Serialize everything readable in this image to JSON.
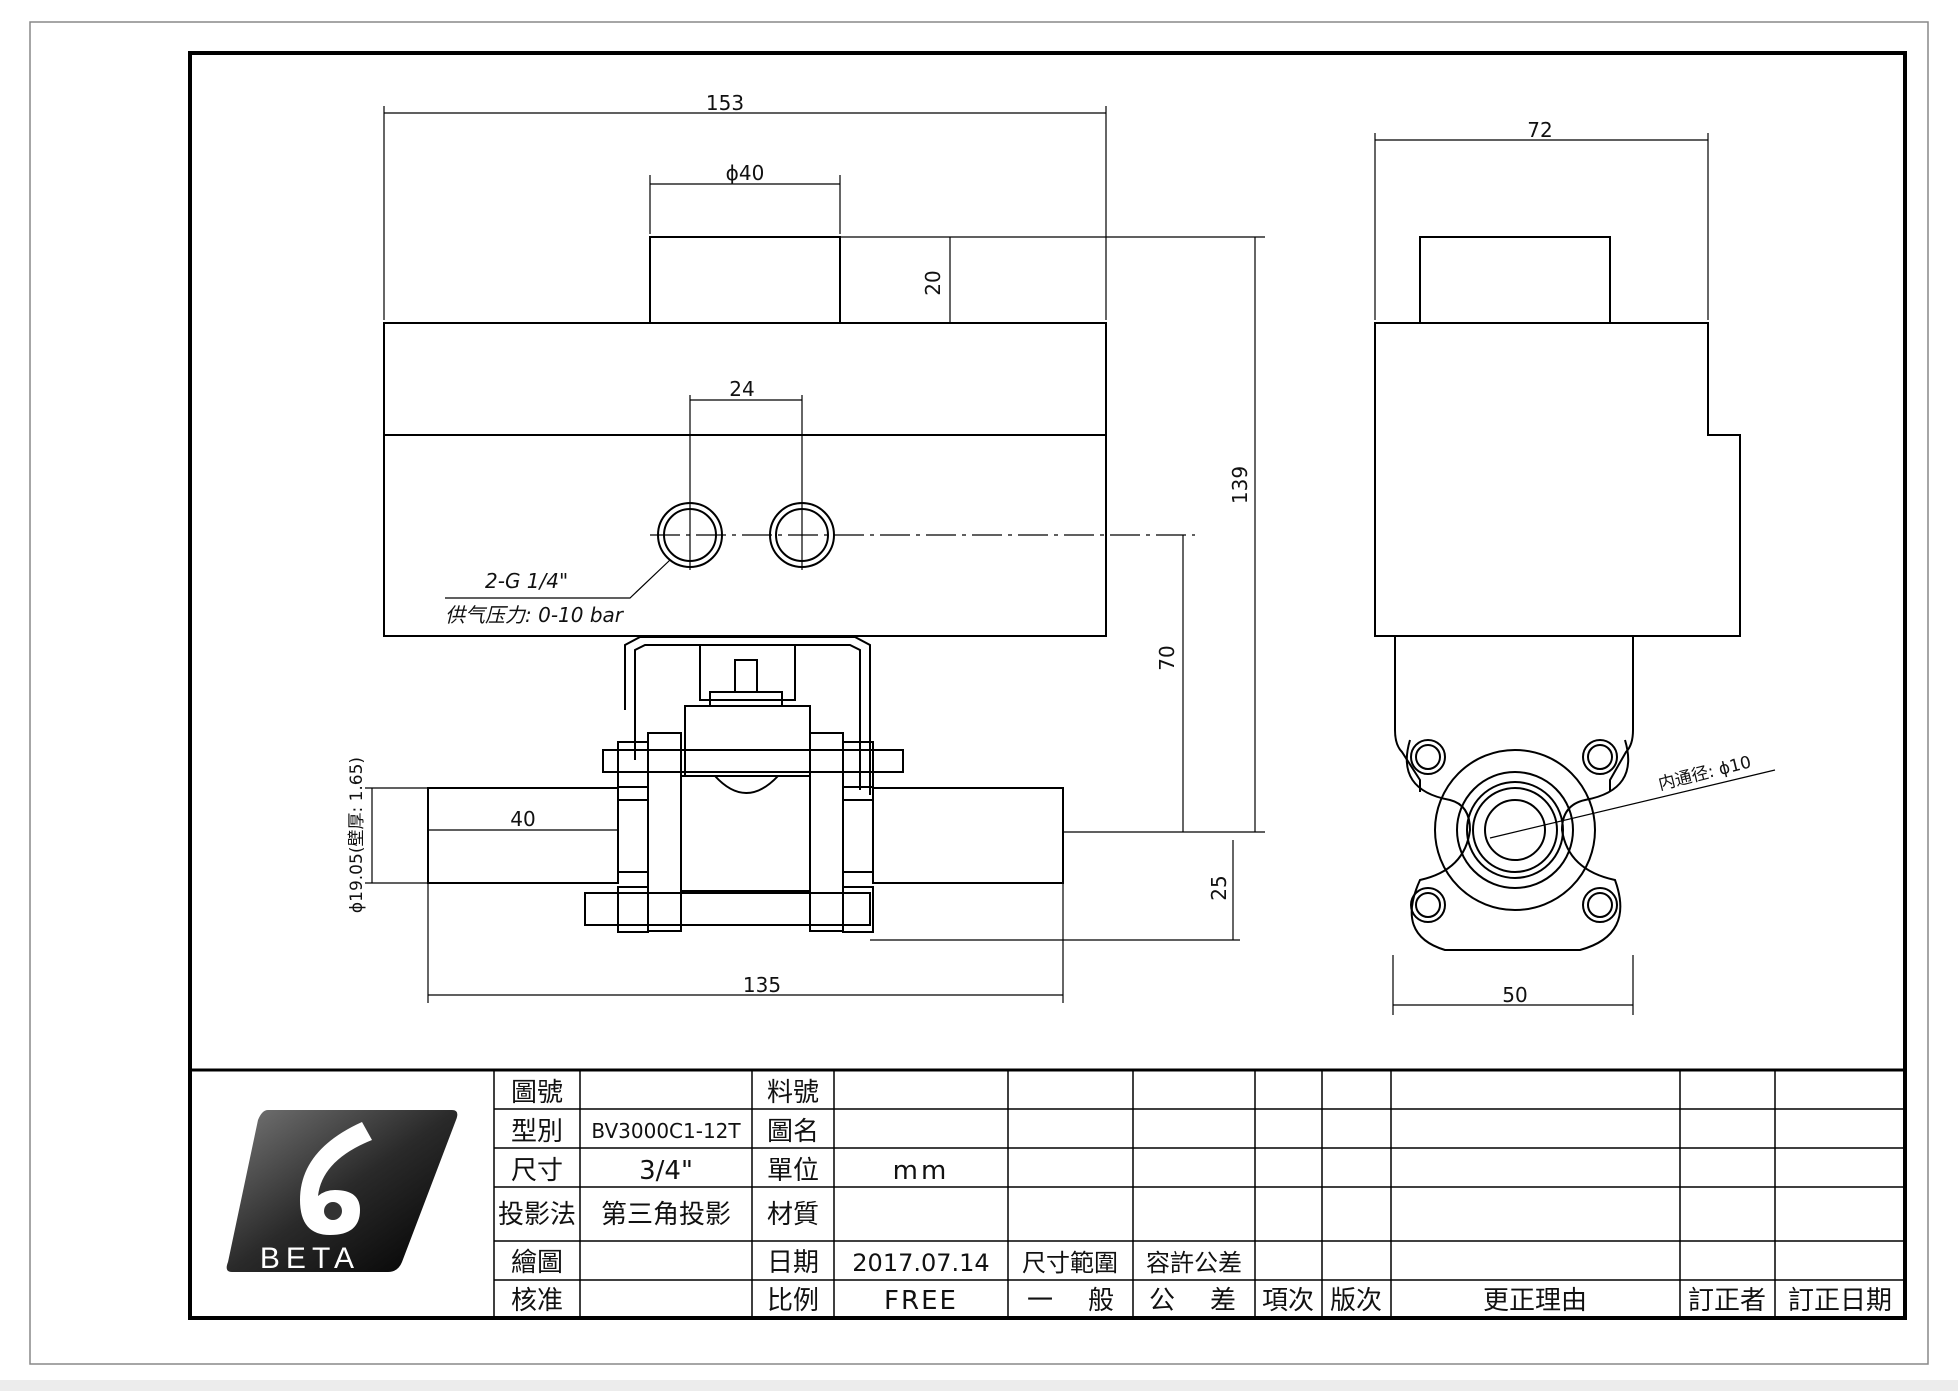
{
  "front_view": {
    "dim_overall_width": "153",
    "dim_actuator_boss": "ϕ40",
    "dim_boss_height": "20",
    "dim_port_spacing": "24",
    "dim_total_height": "139",
    "dim_port_height": "70",
    "dim_pipe_height": "25",
    "dim_pipe_diameter": "ϕ19.05(壁厚: 1.65)",
    "dim_pipe_stub": "40",
    "dim_overall_length": "135",
    "port_label": "2-G 1/4\"",
    "pressure_label": "供气压力: 0-10 bar"
  },
  "side_view": {
    "dim_width": "72",
    "dim_flange": "50",
    "bore_label": "内通径: ϕ10"
  },
  "logo": {
    "text": "BETA"
  },
  "title_block": {
    "drawing_no_label": "圖號",
    "drawing_no_value": "",
    "model_label": "型別",
    "model_value": "BV3000C1-12T",
    "size_label": "尺寸",
    "size_value": "3/4\"",
    "projection_label": "投影法",
    "projection_value": "第三角投影",
    "drawn_label": "繪圖",
    "drawn_value": "",
    "approved_label": "核准",
    "approved_value": "",
    "part_no_label": "料號",
    "part_no_value": "",
    "drawing_name_label": "圖名",
    "drawing_name_value": "",
    "unit_label": "單位",
    "unit_value": "mm",
    "material_label": "材質",
    "material_value": "",
    "date_label": "日期",
    "date_value": "2017.07.14",
    "scale_label": "比例",
    "scale_value": "FREE",
    "size_range_label": "尺寸範圍",
    "tolerance_label": "容許公差",
    "general_tol_chars": [
      "一",
      "般",
      "公",
      "差"
    ],
    "item_label": "項次",
    "version_label": "版次",
    "reason_label": "更正理由",
    "revised_by_label": "訂正者",
    "revision_date_label": "訂正日期"
  }
}
